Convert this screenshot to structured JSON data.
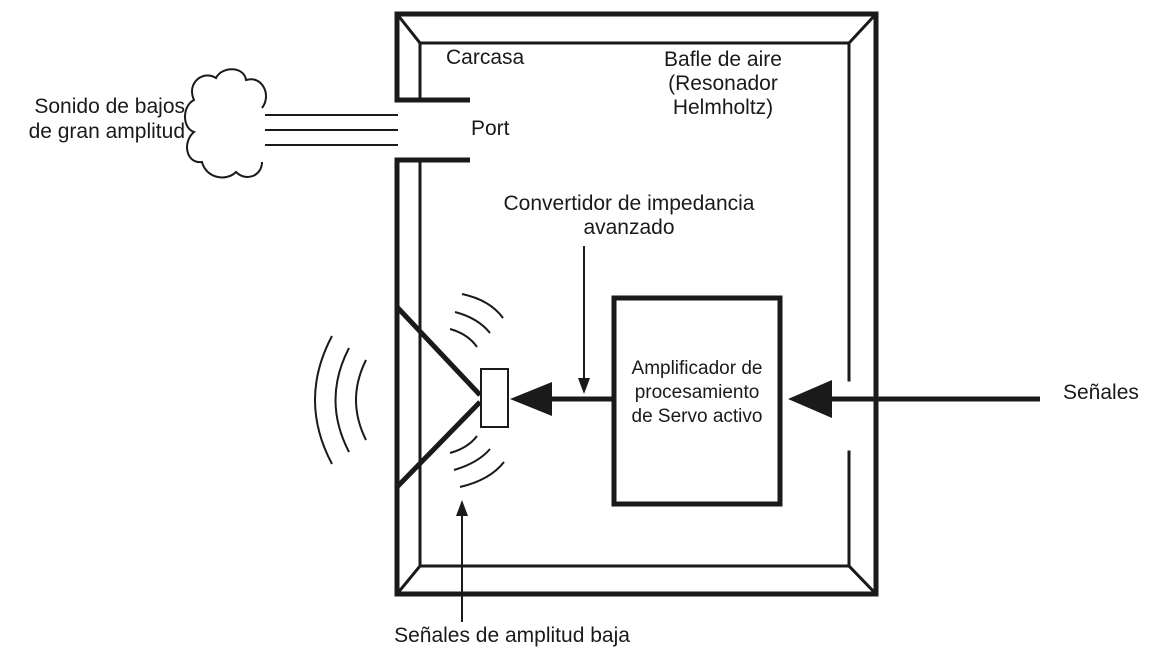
{
  "labels": {
    "housing": "Carcasa",
    "air_baffle_line1": "Bafle de aire",
    "air_baffle_line2": "(Resonador",
    "air_baffle_line3": "Helmholtz)",
    "bass_sound_line1": "Sonido de bajos",
    "bass_sound_line2": "de gran amplitud",
    "port": "Port",
    "converter_line1": "Convertidor de impedancia",
    "converter_line2": "avanzado",
    "amplifier_line1": "Amplificador de",
    "amplifier_line2": "procesamiento",
    "amplifier_line3": "de Servo activo",
    "signals": "Señales",
    "low_amplitude_signals": "Señales de amplitud baja"
  },
  "colors": {
    "line": "#1a1a1a",
    "background": "#ffffff"
  }
}
